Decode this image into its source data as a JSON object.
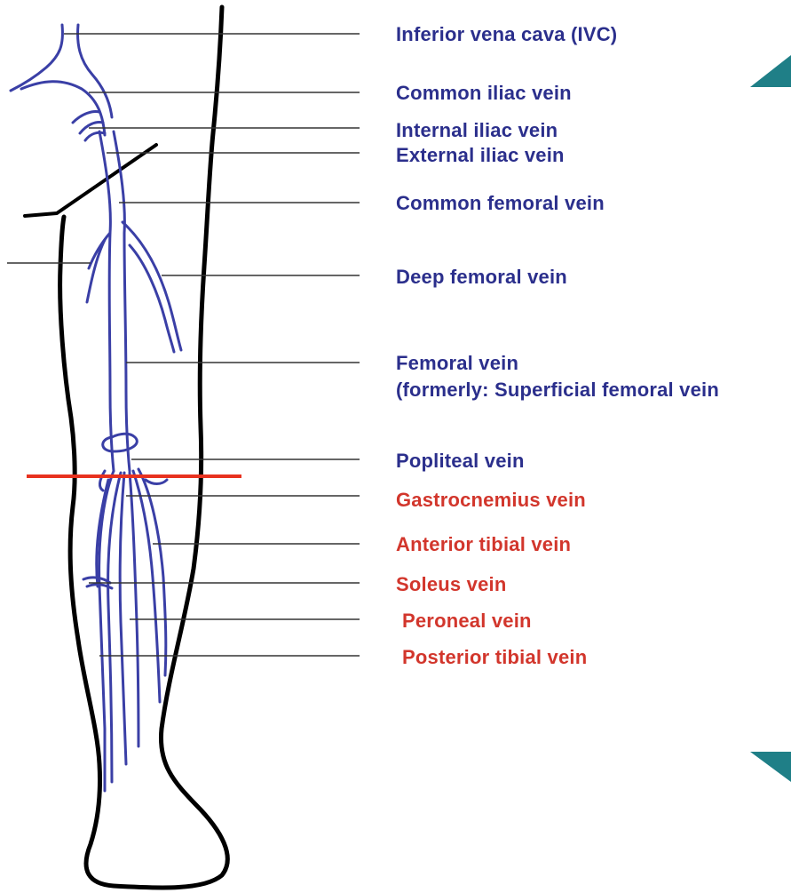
{
  "colors": {
    "outline": "#000000",
    "vein": "#3a3fa6",
    "deep_label": "#2b2f8c",
    "calf_label": "#d2362c",
    "red_line": "#e8321f",
    "pointer": "#333333",
    "arrow": "#1f7f87"
  },
  "labels": [
    {
      "id": "ivc",
      "text": "Inferior vena cava (IVC)",
      "group": "deep"
    },
    {
      "id": "common-iliac",
      "text": "Common iliac vein",
      "group": "deep"
    },
    {
      "id": "internal-iliac",
      "text": "Internal iliac vein",
      "group": "deep"
    },
    {
      "id": "external-iliac",
      "text": "External iliac vein",
      "group": "deep"
    },
    {
      "id": "common-femoral",
      "text": "Common femoral vein",
      "group": "deep"
    },
    {
      "id": "deep-femoral",
      "text": "Deep femoral vein",
      "group": "deep"
    },
    {
      "id": "femoral",
      "text": "Femoral vein",
      "group": "deep"
    },
    {
      "id": "femoral-note",
      "text": "(formerly: Superficial femoral vein",
      "group": "deep"
    },
    {
      "id": "popliteal",
      "text": "Popliteal vein",
      "group": "deep"
    },
    {
      "id": "gastrocnemius",
      "text": "Gastrocnemius vein",
      "group": "calf"
    },
    {
      "id": "anterior-tibial",
      "text": "Anterior tibial vein",
      "group": "calf"
    },
    {
      "id": "soleus",
      "text": "Soleus vein",
      "group": "calf"
    },
    {
      "id": "peroneal",
      "text": "Peroneal vein",
      "group": "calf"
    },
    {
      "id": "posterior-tibial",
      "text": "Posterior tibial vein",
      "group": "calf"
    }
  ]
}
